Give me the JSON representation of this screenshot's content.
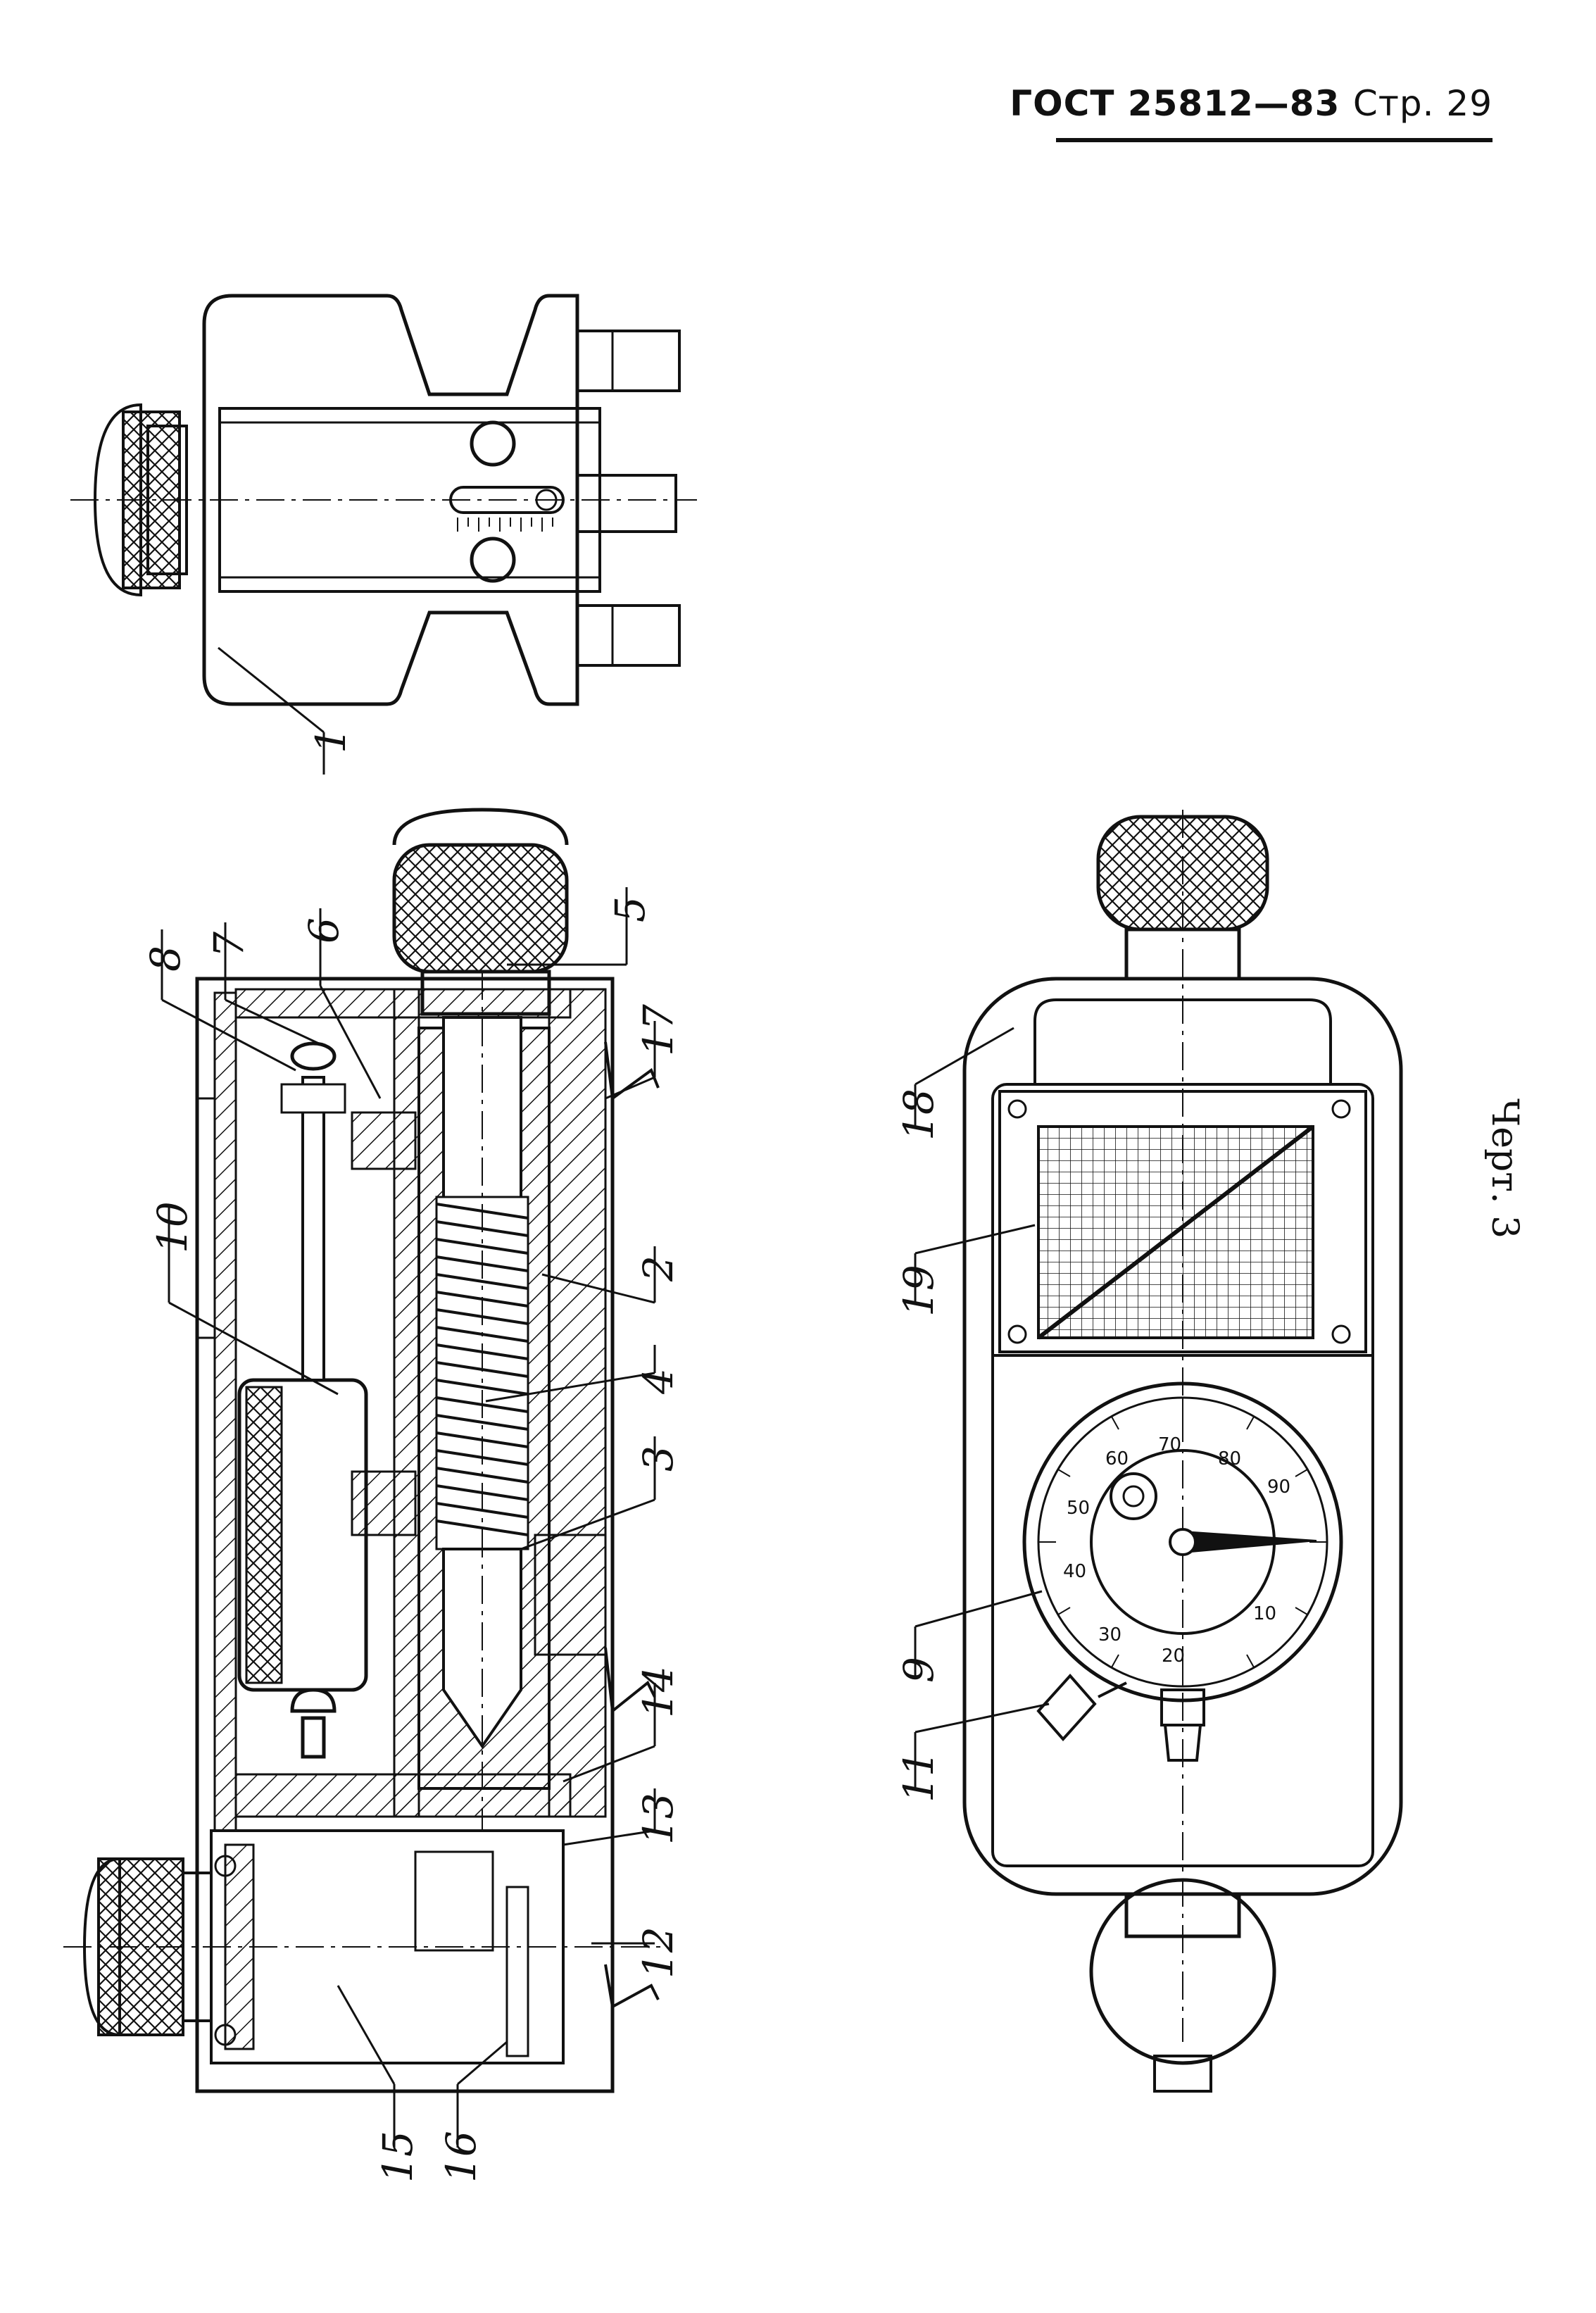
{
  "header": {
    "standard": "ГОСТ 25812—83",
    "page": "Стр. 29"
  },
  "caption": "Черт. 3",
  "callouts": [
    "1",
    "2",
    "3",
    "4",
    "5",
    "6",
    "7",
    "8",
    "9",
    "10",
    "11",
    "12",
    "13",
    "14",
    "15",
    "16",
    "17",
    "18",
    "19"
  ],
  "dial_scale": [
    "10",
    "20",
    "30",
    "40",
    "50",
    "60",
    "70",
    "80",
    "90"
  ]
}
